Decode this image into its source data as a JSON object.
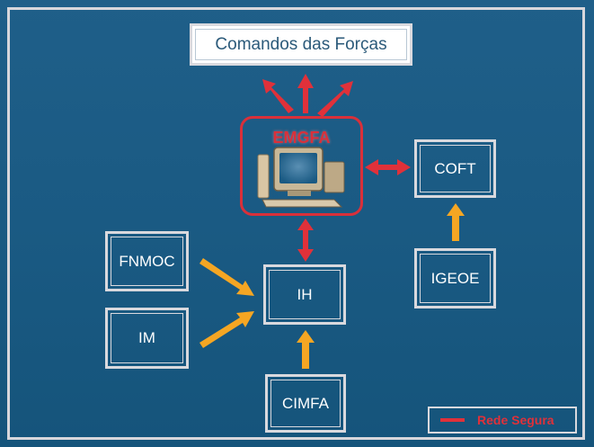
{
  "nodes": {
    "comandos": "Comandos das Forças",
    "emgfa": "EMGFA",
    "coft": "COFT",
    "fnmoc": "FNMOC",
    "ih": "IH",
    "igeoe": "IGEOE",
    "im": "IM",
    "cimfa": "CIMFA"
  },
  "legend": {
    "label": "Rede Segura"
  },
  "colors": {
    "background": "#1a5a83",
    "box_border": "#d9d9de",
    "secure_network": "#e0313a",
    "data_flow": "#f5a623"
  },
  "icons": {
    "emgfa": "computer-icon"
  }
}
